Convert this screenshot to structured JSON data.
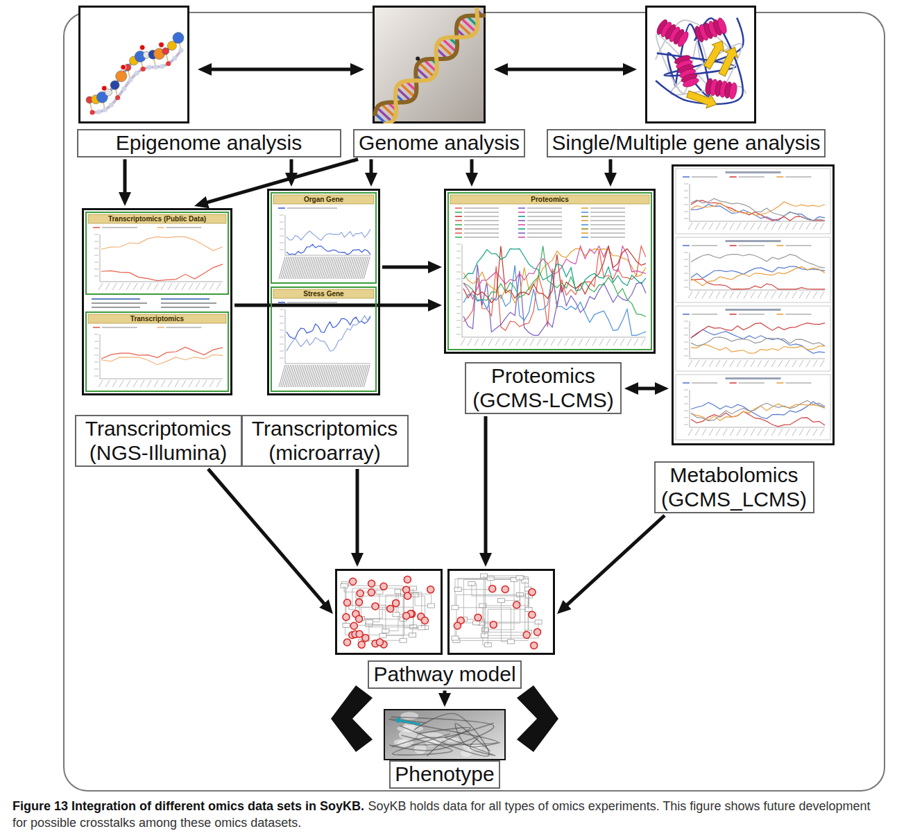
{
  "diagram": {
    "title": "Figure 13 Integration of different omics data sets in SoyKB.",
    "caption": "SoyKB holds data for all types of omics experiments. This figure shows future development for possible crosstalks among these omics datasets.",
    "nodes": [
      {
        "text": [
          "Epigenome analysis"
        ]
      },
      {
        "text": [
          "Genome analysis"
        ]
      },
      {
        "text": [
          "Single/Multiple gene analysis"
        ]
      },
      {
        "text": [
          "Transcriptomics (NGS-Illumina)"
        ]
      },
      {
        "text": [
          "Transcriptomics (microarray)"
        ]
      },
      {
        "text": [
          "Proteomics (GCMS-LCMS)"
        ]
      },
      {
        "text": [
          "Metabolomics (GCMS_LCMS)"
        ]
      },
      {
        "text": [
          "Pathway model"
        ]
      },
      {
        "text": [
          "Phenotype"
        ]
      }
    ],
    "edges": [
      {
        "from": 0,
        "to": 1,
        "arrow": "both"
      },
      {
        "from": 1,
        "to": 2,
        "arrow": "both"
      },
      {
        "from": 0,
        "to": 3,
        "arrow": "to"
      },
      {
        "from": 0,
        "to": 4,
        "arrow": "to"
      },
      {
        "from": 1,
        "to": 3,
        "arrow": "to"
      },
      {
        "from": 1,
        "to": 4,
        "arrow": "to"
      },
      {
        "from": 1,
        "to": 5,
        "arrow": "to"
      },
      {
        "from": 2,
        "to": 5,
        "arrow": "to"
      },
      {
        "from": 3,
        "to": 5,
        "arrow": "to"
      },
      {
        "from": 4,
        "to": 5,
        "arrow": "to"
      },
      {
        "from": 5,
        "to": 6,
        "arrow": "both"
      },
      {
        "from": 3,
        "to": 7,
        "arrow": "to"
      },
      {
        "from": 4,
        "to": 7,
        "arrow": "to"
      },
      {
        "from": 5,
        "to": 7,
        "arrow": "to"
      },
      {
        "from": 6,
        "to": 7,
        "arrow": "to"
      },
      {
        "from": 7,
        "to": 8,
        "arrow": "to"
      }
    ],
    "labels": [
      "Transcriptomics (Public Data)",
      "Transcriptomics",
      "Organ Gene",
      "Stress Gene",
      "Proteomics"
    ]
  }
}
